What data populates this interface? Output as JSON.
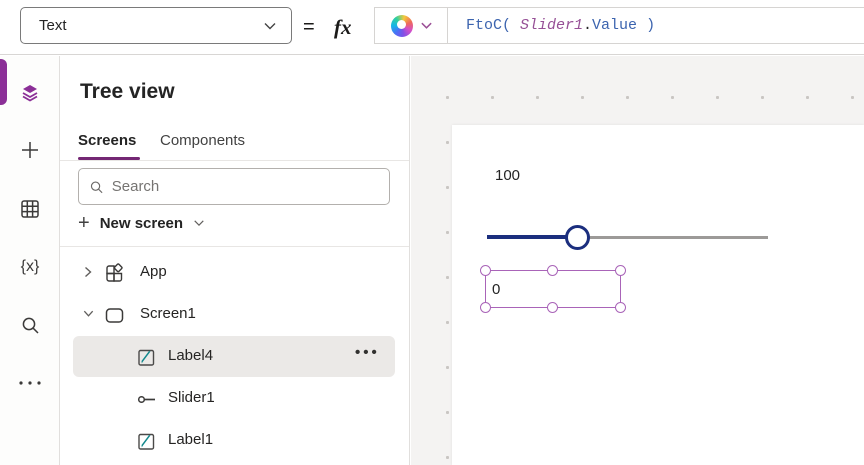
{
  "topbar": {
    "property_selector": {
      "value": "Text"
    },
    "equals": "=",
    "fx": "fx",
    "copilot": {
      "name": "Copilot"
    }
  },
  "formula": {
    "tokens": [
      {
        "text": "FtoC( ",
        "type": "function"
      },
      {
        "text": "Slider1",
        "type": "control"
      },
      {
        "text": ".",
        "type": "punct"
      },
      {
        "text": "Value",
        "type": "property"
      },
      {
        "text": " )",
        "type": "function"
      }
    ]
  },
  "rail": {
    "items": [
      "tree-view",
      "insert",
      "data",
      "variables",
      "search",
      "more"
    ]
  },
  "tree_panel": {
    "title": "Tree view",
    "tabs": {
      "screens": "Screens",
      "components": "Components"
    },
    "search_placeholder": "Search",
    "new_screen_label": "New screen",
    "items": [
      {
        "label": "App",
        "level": 1,
        "icon": "app",
        "expanded": false
      },
      {
        "label": "Screen1",
        "level": 1,
        "icon": "screen",
        "expanded": true
      },
      {
        "label": "Label4",
        "level": 2,
        "icon": "label",
        "selected": true
      },
      {
        "label": "Slider1",
        "level": 2,
        "icon": "slider",
        "selected": false
      },
      {
        "label": "Label1",
        "level": 2,
        "icon": "label",
        "selected": false
      }
    ]
  },
  "canvas": {
    "label_top_value": "100",
    "selected_label_value": "0",
    "slider": {
      "value_fraction": 0.31
    }
  },
  "colors": {
    "accent_purple": "#742774",
    "rail_icon_purple": "#8b2f97",
    "selection_purple": "#a964b8",
    "slider_navy": "#1b2e7e",
    "formula_function_blue": "#3c64af",
    "formula_control_purple": "#965096"
  }
}
